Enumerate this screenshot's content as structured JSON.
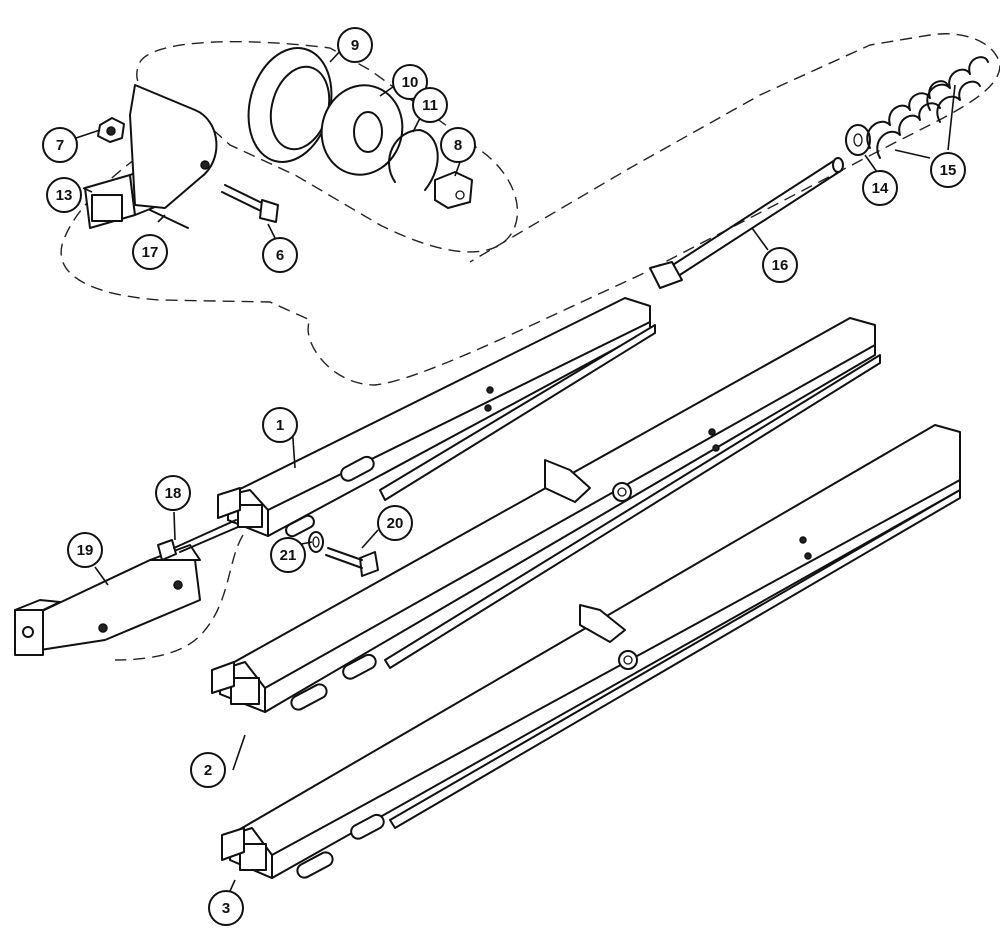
{
  "callouts": [
    {
      "id": "c1",
      "label": "1"
    },
    {
      "id": "c2",
      "label": "2"
    },
    {
      "id": "c3",
      "label": "3"
    },
    {
      "id": "c6",
      "label": "6"
    },
    {
      "id": "c7",
      "label": "7"
    },
    {
      "id": "c8",
      "label": "8"
    },
    {
      "id": "c9",
      "label": "9"
    },
    {
      "id": "c10",
      "label": "10"
    },
    {
      "id": "c11",
      "label": "11"
    },
    {
      "id": "c13",
      "label": "13"
    },
    {
      "id": "c14",
      "label": "14"
    },
    {
      "id": "c15",
      "label": "15"
    },
    {
      "id": "c16",
      "label": "16"
    },
    {
      "id": "c17",
      "label": "17"
    },
    {
      "id": "c18",
      "label": "18"
    },
    {
      "id": "c19",
      "label": "19"
    },
    {
      "id": "c20",
      "label": "20"
    },
    {
      "id": "c21",
      "label": "21"
    }
  ]
}
